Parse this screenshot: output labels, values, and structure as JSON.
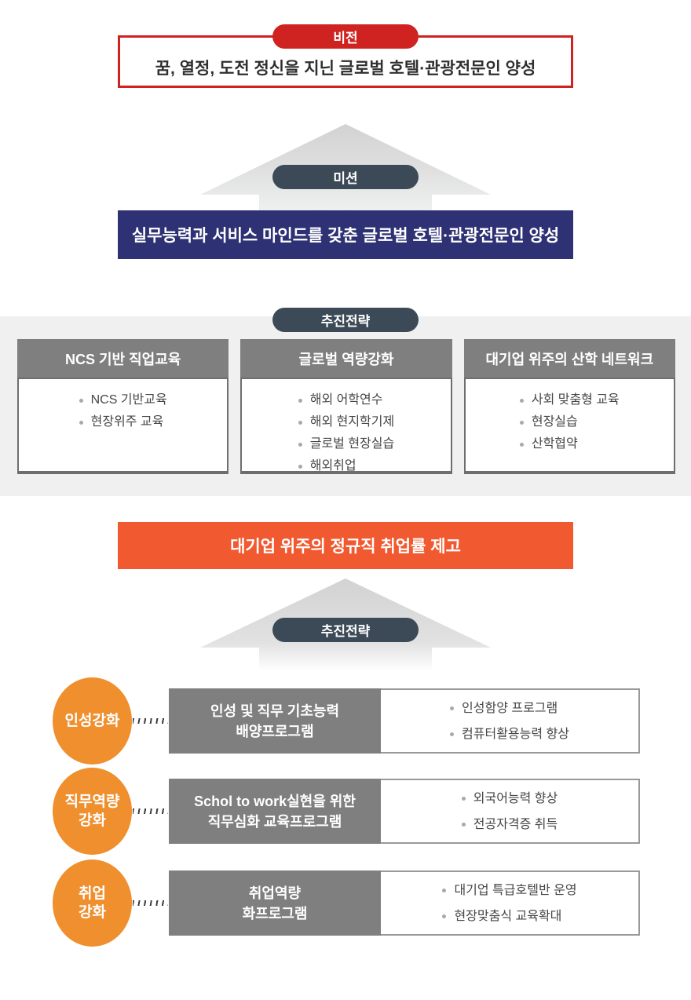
{
  "vision": {
    "badge": "비전",
    "text": "꿈, 열정, 도전 정신을 지닌 글로벌 호텔·관광전문인 양성"
  },
  "mission": {
    "badge": "미션",
    "text": "실무능력과 서비스 마인드를 갖춘 글로벌 호텔·관광전문인 양성"
  },
  "strategy": {
    "badge": "추진전략",
    "columns": [
      {
        "title": "NCS 기반 직업교육",
        "items": [
          "NCS 기반교육",
          "현장위주 교육"
        ]
      },
      {
        "title": "글로벌 역량강화",
        "items": [
          "해외 어학연수",
          "해외 현지학기제",
          "글로벌 현장실습",
          "해외취업"
        ]
      },
      {
        "title": "대기업 위주의 산학 네트워크",
        "items": [
          "사회 맞춤형 교육",
          "현장실습",
          "산학협약"
        ]
      }
    ]
  },
  "goal": {
    "text": "대기업 위주의 정규직 취업률 제고"
  },
  "strategy2": {
    "badge": "추진전략",
    "rows": [
      {
        "circle_lines": [
          "인성강화"
        ],
        "program_lines": [
          "인성 및 직무 기초능력",
          "배양프로그램"
        ],
        "items": [
          "인성함양 프로그램",
          "컴퓨터활용능력 향상"
        ]
      },
      {
        "circle_lines": [
          "직무역량",
          "강화"
        ],
        "program_lines": [
          "Schol to work실현을 위한",
          "직무심화 교육프로그램"
        ],
        "items": [
          "외국어능력 향상",
          "전공자격증 취득"
        ]
      },
      {
        "circle_lines": [
          "취업",
          "강화"
        ],
        "program_lines": [
          "취업역량",
          "화프로그램"
        ],
        "items": [
          "대기업 특급호텔반 운영",
          "현장맞춤식 교육확대"
        ]
      }
    ]
  },
  "colors": {
    "red": "#cf2322",
    "navy": "#2e3174",
    "slate": "#3b4a56",
    "orange": "#f15a30",
    "circle_orange": "#ef8f2e",
    "header_gray": "#7f7f7f",
    "section_bg": "#f0f0f0"
  }
}
